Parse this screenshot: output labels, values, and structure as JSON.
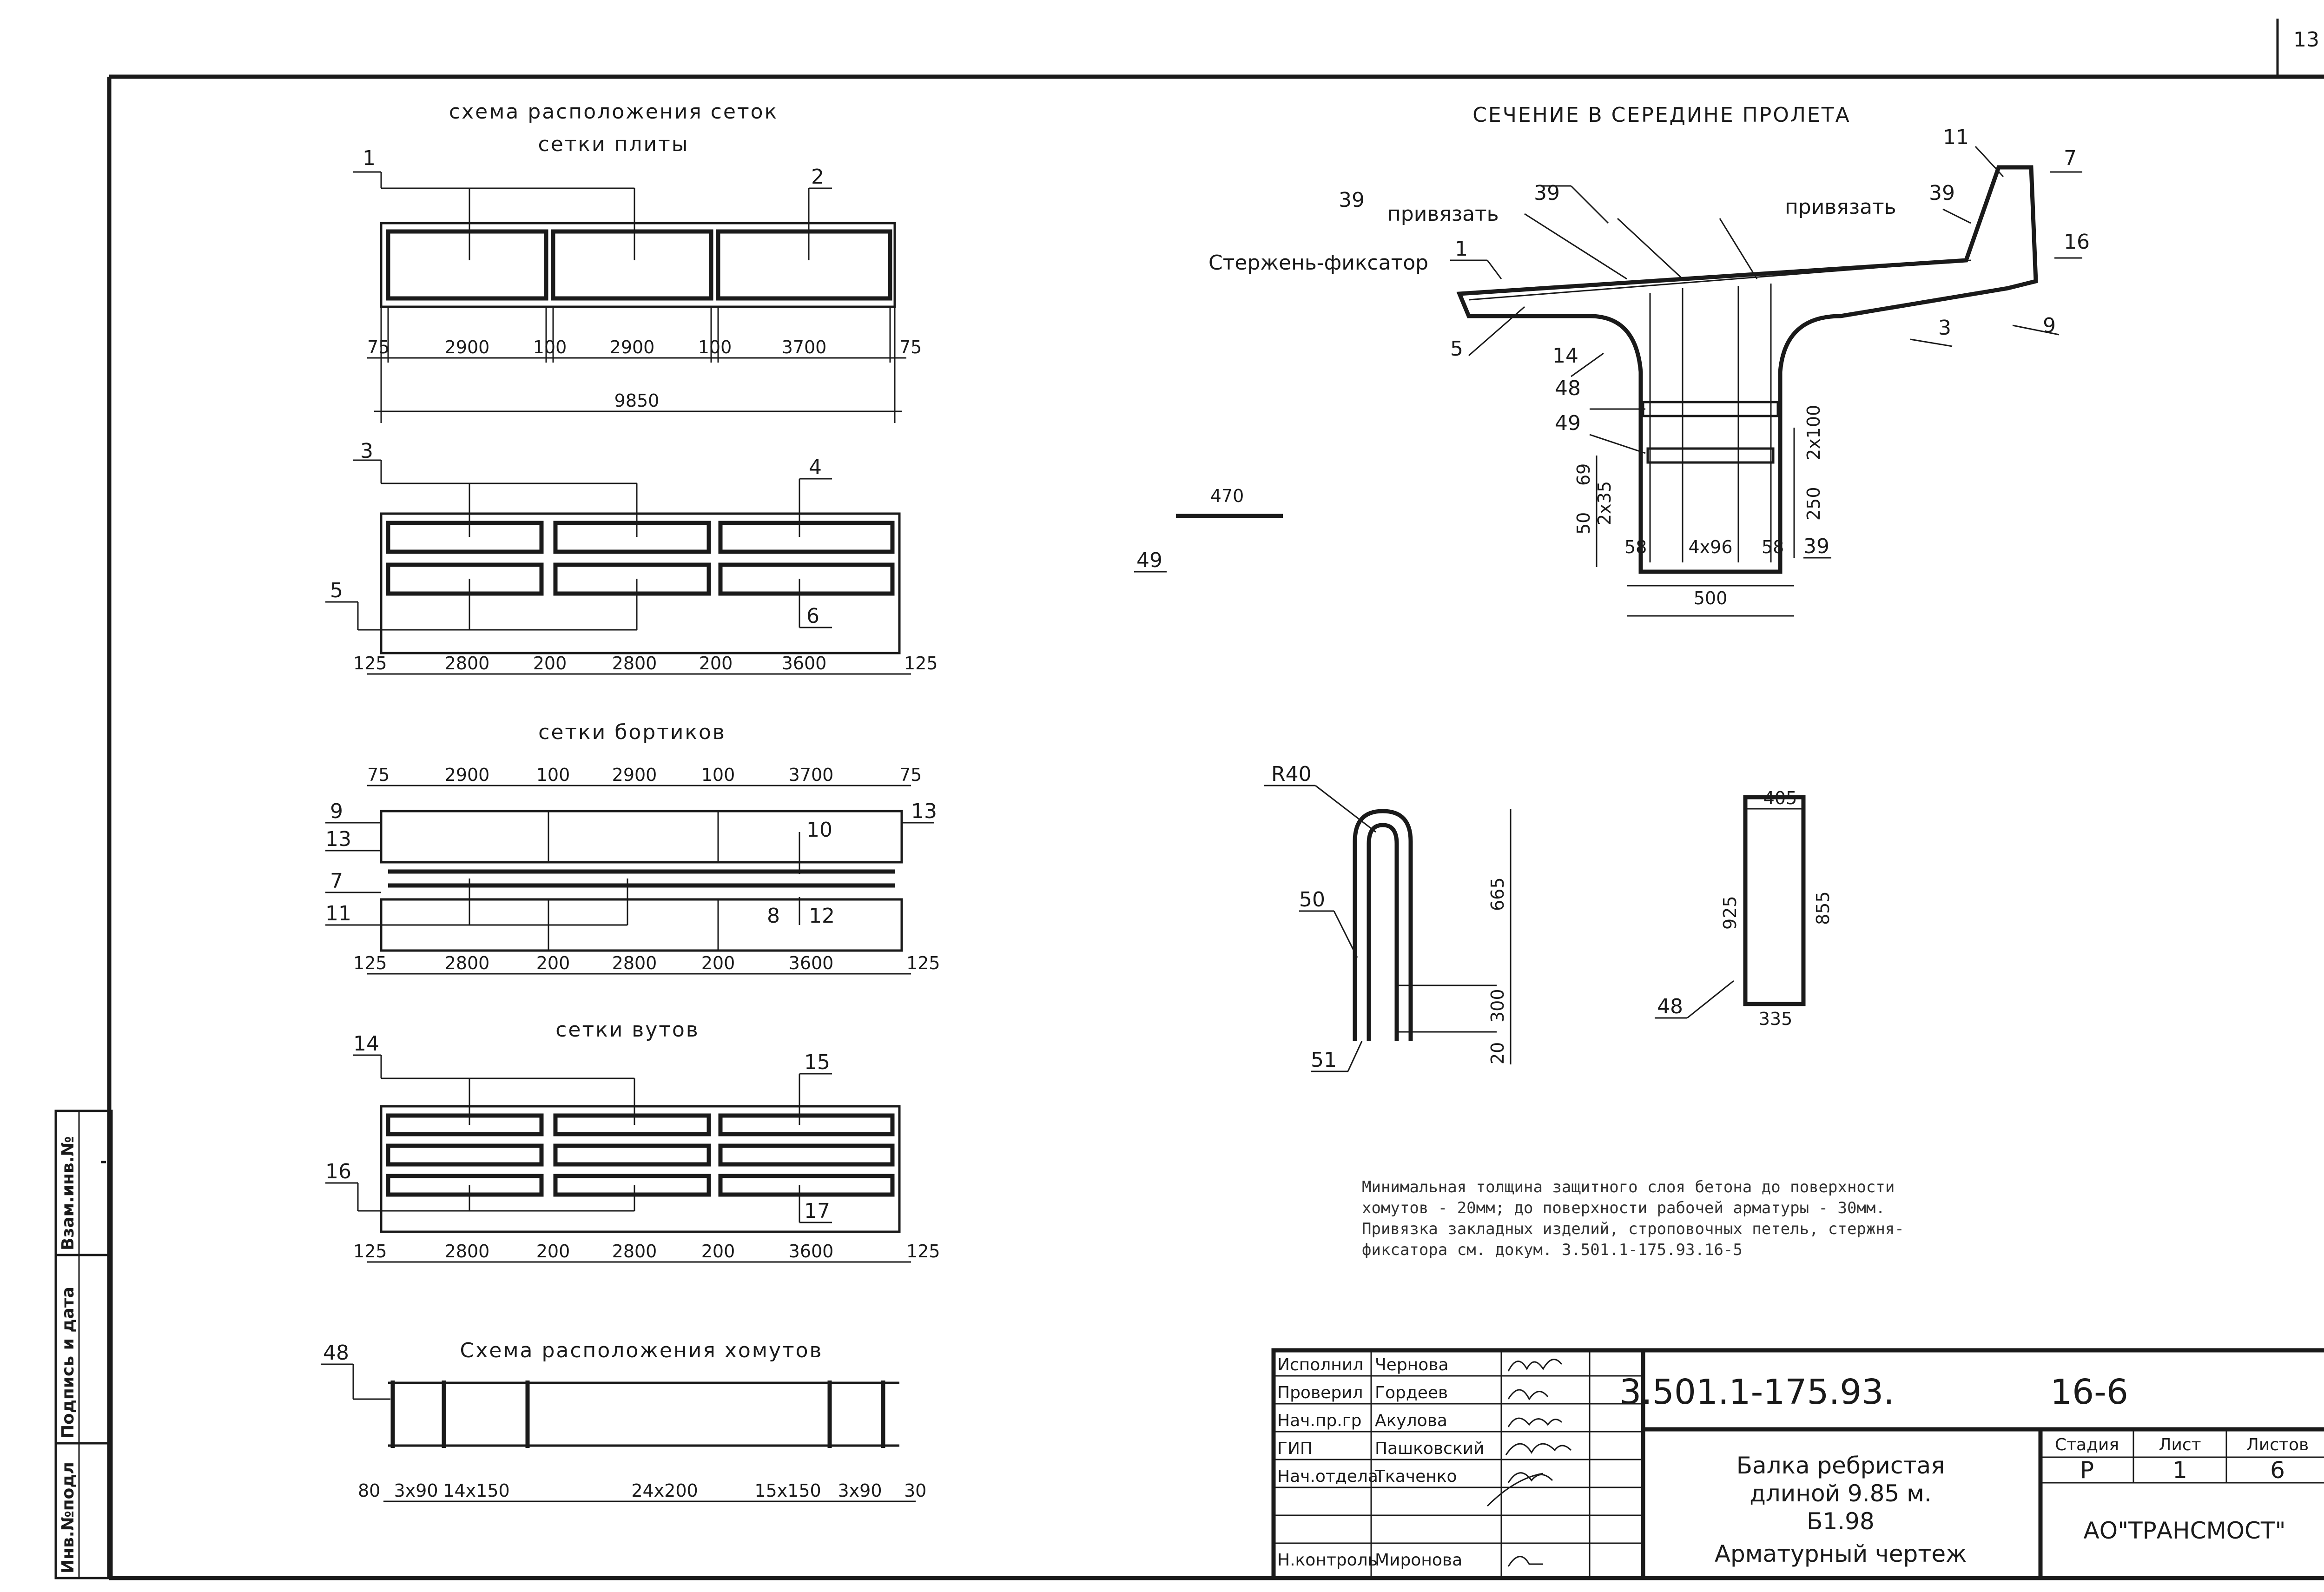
{
  "sheet": {
    "page_number": "13"
  },
  "mesh_scheme": {
    "title": "схема расположения сеток",
    "slab_title": "сетки плиты",
    "row1": {
      "labels": [
        "1",
        "2"
      ],
      "dims": [
        "75",
        "2900",
        "100",
        "2900",
        "100",
        "3700",
        "75"
      ],
      "total": "9850"
    },
    "row2": {
      "labels": [
        "3",
        "4",
        "5",
        "6"
      ],
      "dims": [
        "125",
        "2800",
        "200",
        "2800",
        "200",
        "3600",
        "125"
      ]
    },
    "border_title": "сетки бортиков",
    "border": {
      "top_dims": [
        "75",
        "2900",
        "100",
        "2900",
        "100",
        "3700",
        "75"
      ],
      "labels": [
        "9",
        "13",
        "7",
        "11",
        "10",
        "13",
        "8",
        "12"
      ],
      "bottom_dims": [
        "125",
        "2800",
        "200",
        "2800",
        "200",
        "3600",
        "125"
      ]
    },
    "haunch_title": "сетки вутов",
    "haunch": {
      "labels": [
        "14",
        "15",
        "16",
        "17"
      ],
      "dims": [
        "125",
        "2800",
        "200",
        "2800",
        "200",
        "3600",
        "125"
      ]
    }
  },
  "stirrup_scheme": {
    "title": "Схема расположения хомутов",
    "label": "48",
    "dims": [
      "80",
      "3x90",
      "14x150",
      "24x200",
      "15x150",
      "3x90",
      "30"
    ]
  },
  "section": {
    "title": "СЕЧЕНИЕ В СЕРЕДИНЕ ПРОЛЕТА",
    "tie_left": "привязать",
    "tie_right": "привязать",
    "fixator": "Стержень-фиксатор",
    "labels": [
      "39",
      "39",
      "39",
      "11",
      "7",
      "16",
      "1",
      "9",
      "3",
      "5",
      "14",
      "48",
      "49",
      "39"
    ],
    "dims": {
      "w58a": "58",
      "w4x96": "4x96",
      "w58b": "58",
      "width": "500",
      "h50": "50",
      "h69": "69",
      "h2x35": "2x35",
      "h250": "250",
      "h2x100": "2x100"
    }
  },
  "bar49": {
    "label": "49",
    "dim": "470"
  },
  "loop": {
    "radius": "R40",
    "labels": [
      "50",
      "51"
    ],
    "dims": [
      "665",
      "300",
      "20"
    ]
  },
  "stirrup48": {
    "label": "48",
    "dims": [
      "405",
      "925",
      "855",
      "335"
    ]
  },
  "notes": [
    "Минимальная толщина защитного слоя бетона до поверхности",
    "хомутов - 20мм; до поверхности рабочей арматуры - 30мм.",
    "Привязка закладных изделий, строповочных петель, стержня-",
    "фиксатора см. докум. 3.501.1-175.93.16-5"
  ],
  "title_block": {
    "roles": [
      "Исполнил",
      "Проверил",
      "Нач.пр.гр",
      "ГИП",
      "Нач.отдела",
      "",
      "",
      "Н.контроль"
    ],
    "names": [
      "Чернова",
      "Гордеев",
      "Акулова",
      "Пашковский",
      "Ткаченко",
      "",
      "",
      "Миронова"
    ],
    "code": "3.501.1-175.93.",
    "sheet_code": "16-6",
    "description": [
      "Балка ребристая",
      "длиной 9.85 м.",
      "Б1.98",
      "Арматурный чертеж"
    ],
    "stage_label": "Стадия",
    "sheet_label": "Лист",
    "sheets_label": "Листов",
    "stage": "Р",
    "sheet": "1",
    "sheets": "6",
    "org": "АО\"ТРАНСМОСТ\""
  },
  "side_stamp": {
    "labels": [
      "Инв.№подл",
      "Подпись и дата",
      "Взам.инв.№"
    ],
    "value": "-"
  }
}
